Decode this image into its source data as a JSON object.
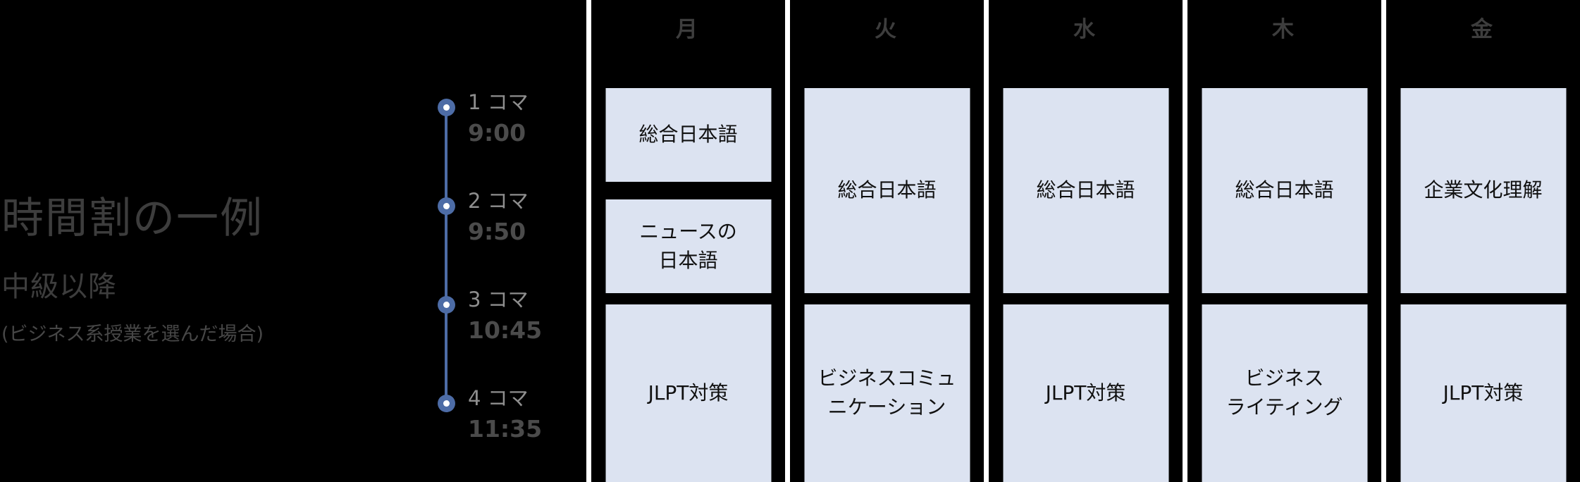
{
  "page": {
    "background": "#000000",
    "accent_blue": "#4d6ca6",
    "cell_background": "#dce3f1",
    "separator_color": "#ffffff",
    "muted_text": "#3d3d3d"
  },
  "intro": {
    "title": "時間割の一例",
    "subtitle": "中級以降",
    "note": "(ビジネス系授業を選んだ場合)"
  },
  "timeline": [
    {
      "period": "1 コマ",
      "time": "9:00"
    },
    {
      "period": "2 コマ",
      "time": "9:50"
    },
    {
      "period": "3 コマ",
      "time": "10:45"
    },
    {
      "period": "4 コマ",
      "time": "11:35"
    }
  ],
  "schedule": {
    "days": [
      {
        "key": "mon",
        "label": "月",
        "cells": [
          {
            "text": "総合日本語",
            "slot": "r1"
          },
          {
            "text": "ニュースの\n日本語",
            "slot": "r2"
          },
          {
            "text": "JLPT対策",
            "slot": "r3"
          }
        ]
      },
      {
        "key": "tue",
        "label": "火",
        "cells": [
          {
            "text": "総合日本語",
            "slot": "r12"
          },
          {
            "text": "ビジネスコミュ\nニケーション",
            "slot": "r3"
          }
        ]
      },
      {
        "key": "wed",
        "label": "水",
        "cells": [
          {
            "text": "総合日本語",
            "slot": "r12"
          },
          {
            "text": "JLPT対策",
            "slot": "r3"
          }
        ]
      },
      {
        "key": "thu",
        "label": "木",
        "cells": [
          {
            "text": "総合日本語",
            "slot": "r12"
          },
          {
            "text": "ビジネス\nライティング",
            "slot": "r3"
          }
        ]
      },
      {
        "key": "fri",
        "label": "金",
        "cells": [
          {
            "text": "企業文化理解",
            "slot": "r12"
          },
          {
            "text": "JLPT対策",
            "slot": "r3"
          }
        ]
      }
    ]
  }
}
